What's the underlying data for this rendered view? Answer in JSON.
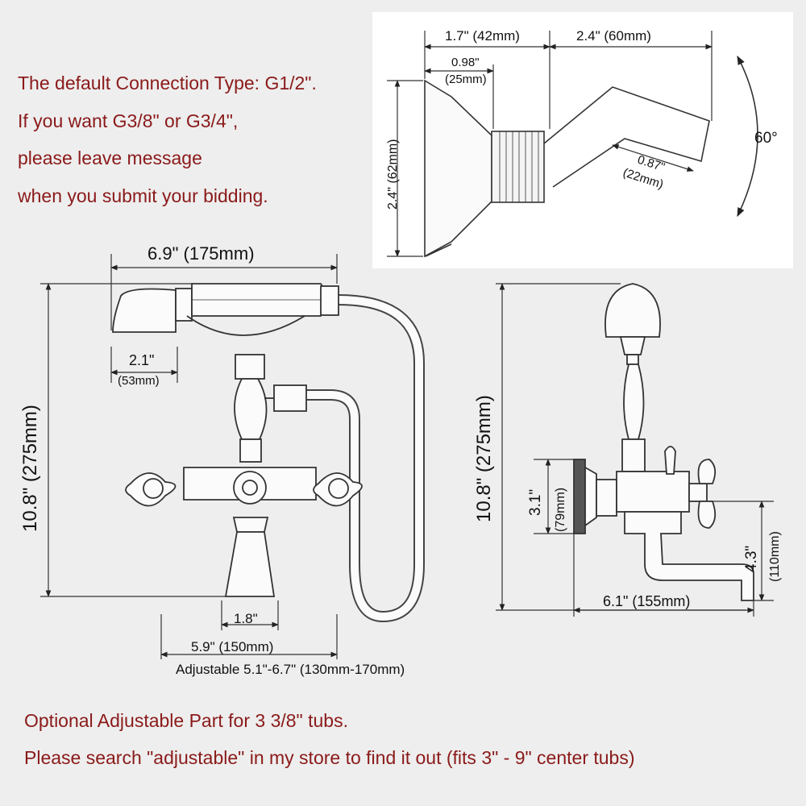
{
  "notes": {
    "line1": "The default Connection Type: G1/2\".",
    "line2": "If you want G3/8\" or G3/4\",",
    "line3": "please leave message",
    "line4": "when you submit your bidding."
  },
  "inset": {
    "dim_top_left": "1.7\" (42mm)",
    "dim_top_right": "2.4\" (60mm)",
    "dim_small_a": "0.98\"",
    "dim_small_b": "(25mm)",
    "dim_height": "2.4\" (62mm)",
    "dim_arm_a": "0.87\"",
    "dim_arm_b": "(22mm)",
    "angle": "60°"
  },
  "front": {
    "width": "6.9\" (175mm)",
    "head_a": "2.1\"",
    "head_b": "(53mm)",
    "height": "10.8\" (275mm)",
    "base": "1.8\"",
    "centers": "5.9\" (150mm)",
    "adjustable": "Adjustable 5.1\"-6.7\" (130mm-170mm)"
  },
  "side": {
    "height": "10.8\" (275mm)",
    "mount_a": "3.1\"",
    "mount_b": "(79mm)",
    "spout_a": "4.3\"",
    "spout_b": "(110mm)",
    "depth": "6.1\" (155mm)"
  },
  "footer": {
    "line1": "Optional Adjustable Part for 3 3/8\" tubs.",
    "line2": "Please search \"adjustable\" in my store to find it out (fits 3\" - 9\" center tubs)"
  }
}
